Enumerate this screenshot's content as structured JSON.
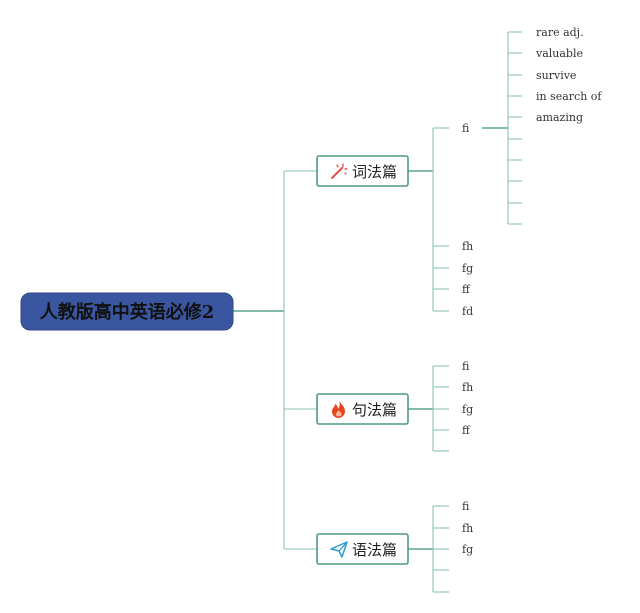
{
  "root": {
    "title": "人教版高中英语必修2",
    "color": "#3b56a0"
  },
  "sections": [
    {
      "label": "词法篇",
      "icon": "magic-wand-icon",
      "icon_color": "#e53935",
      "items": [
        "fi",
        "fh",
        "fg",
        "ff",
        "fd"
      ],
      "expanded": {
        "item": "fi",
        "words": [
          "rare adj.",
          "valuable",
          "survive",
          "in search of",
          "amazing",
          "",
          "",
          "",
          "",
          ""
        ]
      }
    },
    {
      "label": "句法篇",
      "icon": "fire-icon",
      "icon_color": "#e8441f",
      "items": [
        "fi",
        "fh",
        "fg",
        "ff",
        ""
      ]
    },
    {
      "label": "语法篇",
      "icon": "paper-plane-icon",
      "icon_color": "#2c9bd6",
      "items": [
        "fi",
        "fh",
        "fg",
        "",
        ""
      ]
    }
  ],
  "colors": {
    "line": "#5aa38c",
    "node_border": "#4f9a83"
  }
}
